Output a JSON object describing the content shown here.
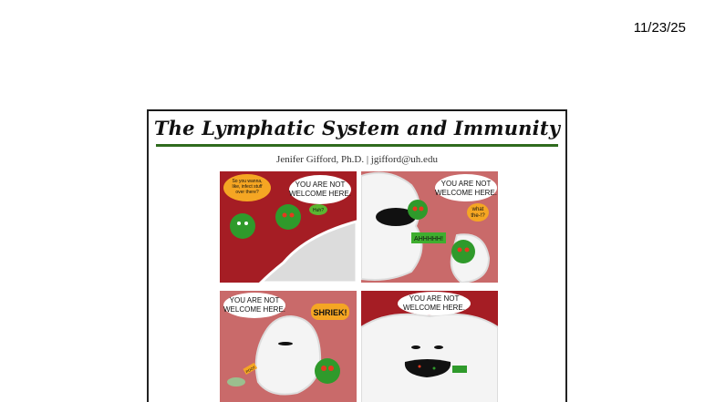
{
  "header": {
    "date": "11/23/25"
  },
  "document": {
    "title": "The Lymphatic System and Immunity",
    "byline": "Jenifer Gifford, Ph.D. | jgifford@uh.edu"
  },
  "comic": {
    "panel1": {
      "speech_virus": "So you wanna, like, infect stuff over there?",
      "speech_cell": "YOU ARE NOT WELCOME HERE.",
      "speech_huh": "Huh?"
    },
    "panel2": {
      "speech_cell": "YOU ARE NOT WELCOME HERE.",
      "speech_virus": "what the-!?",
      "scream": "AHHHHH!"
    },
    "panel3": {
      "speech_cell": "YOU ARE NOT WELCOME HERE.",
      "shriek": "SHRIEK!",
      "poot": "POOT"
    },
    "panel4": {
      "speech_cell": "YOU ARE NOT WELCOME HERE."
    }
  },
  "colors": {
    "panel_red": "#a51d24",
    "panel_pink": "#c96a6a",
    "virus_green": "#2f9a2b",
    "rule_green": "#2f6b1e"
  }
}
